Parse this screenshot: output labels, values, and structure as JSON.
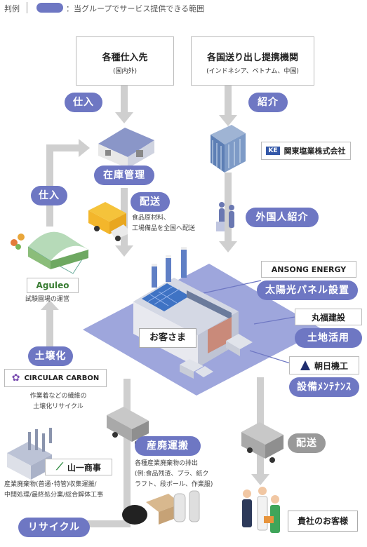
{
  "legend": {
    "label": "判例",
    "text": "：当グループでサービス提供できる範囲"
  },
  "sources": {
    "suppliers": {
      "title": "各種仕入先",
      "sub": "(国内外)"
    },
    "agencies": {
      "title": "各国送り出し提携機関",
      "sub": "(インドネシア、ベトナム、中国)"
    }
  },
  "pills": {
    "shiire_top": "仕入",
    "shokai": "紹介",
    "zaiko": "在庫管理",
    "haiso_top": "配送",
    "gaikokujin": "外国人紹介",
    "shiire_left": "仕入",
    "taiyoko": "太陽光パネル設置",
    "tochi": "土地活用",
    "setsubi": "設備ﾒﾝﾃﾅﾝｽ",
    "dojoka": "土壌化",
    "sanpai": "産廃運搬",
    "haiso_bottom": "配送",
    "recycle": "リサイクル"
  },
  "captions": {
    "haiso": [
      "食品原材料、",
      "工場備品を全国へ配送"
    ],
    "aguleo": "試験園場の運営",
    "circular": [
      "作業着などの繊維の",
      "土壌化リサイクル"
    ],
    "yamaichi": [
      "産業廃棄物(普通･特管)収集運搬/",
      "中間処理/最終処分業/総合解体工事"
    ],
    "sanpai": [
      "各種産業廃棄物の排出",
      "(例:食品残渣、プラ、紙ク",
      "ラフト、段ボール、作業服)"
    ]
  },
  "companies": {
    "kanto": {
      "logo": "KE",
      "name": "関東塩業株式会社"
    },
    "ansong": "ANSONG ENERGY",
    "marufuku": "丸福建設",
    "asahi": "朝日機工",
    "aguleo": "Aguleo",
    "circular": "CIRCULAR CARBON",
    "yamaichi": "山一商事"
  },
  "center_label": "お客さま",
  "customer_label": "貴社のお客様",
  "colors": {
    "accent": "#6e77c3",
    "zone": "#9ea6dc",
    "arrow": "#cfcfcf",
    "gray": "#999999"
  }
}
